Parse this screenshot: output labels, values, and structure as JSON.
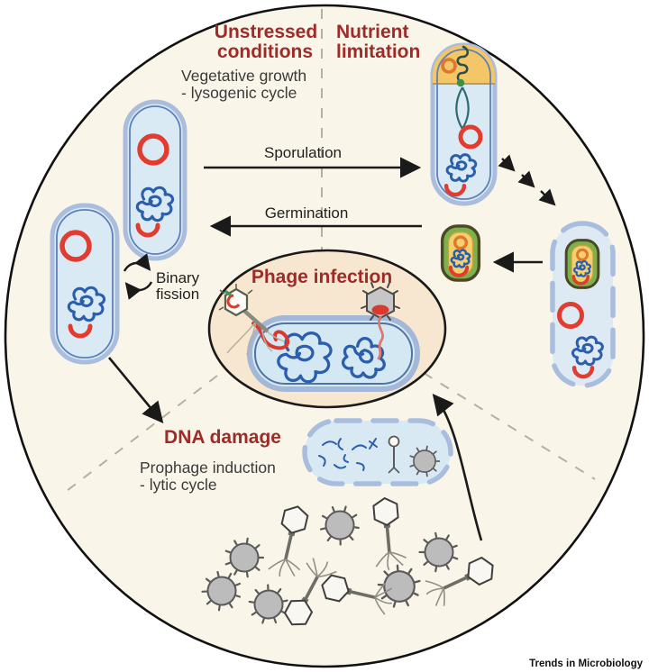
{
  "journal_label": "Trends in Microbiology",
  "colors": {
    "background": "#ffffff",
    "circle_fill": "#faf5e9",
    "heading_red": "#9f2b28",
    "text_dark": "#3a3a3a",
    "arrow_black": "#1a1a1a",
    "divider_gray": "#b5b0a3",
    "cell_fill": "#d9eaf5",
    "cell_border_outer": "#aabddc",
    "cell_border_inner": "#5e80ba",
    "chromosome_blue": "#2b5fad",
    "plasmid_red": "#e23b30",
    "phage_ellipse_fill": "#f8e7d0",
    "spore_outline": "#4c4724",
    "spore_green": "#7cb14c",
    "spore_core": "#f4d06e",
    "spore_plasmid_orange": "#e0772e",
    "forespore_cap": "#f3c768",
    "phage_gray": "#bcbcbc"
  },
  "sections": {
    "unstressed": {
      "title_lines": [
        "Unstressed",
        "conditions"
      ],
      "subtitle_lines": [
        "Vegetative growth",
        "- lysogenic cycle"
      ]
    },
    "nutrient": {
      "title_lines": [
        "Nutrient",
        "limitation"
      ]
    },
    "dna_damage": {
      "title": "DNA damage",
      "subtitle_lines": [
        "Prophage induction",
        "- lytic cycle"
      ]
    },
    "phage_infection": {
      "title": "Phage infection"
    }
  },
  "process_labels": {
    "sporulation": "Sporulation",
    "germination": "Germination",
    "binary_fission_lines": [
      "Binary",
      "fission"
    ]
  }
}
